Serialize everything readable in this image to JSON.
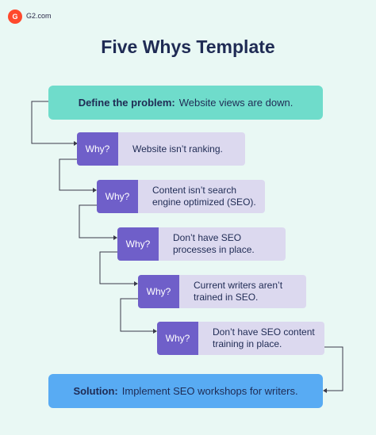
{
  "brand": {
    "logo_text": "G",
    "name": "G2.com"
  },
  "title": "Five Whys Template",
  "problem": {
    "label": "Define the problem:",
    "text": "Website views are down."
  },
  "whys": [
    {
      "tag": "Why?",
      "text": "Website isn’t ranking."
    },
    {
      "tag": "Why?",
      "text": "Content isn’t search engine optimized (SEO)."
    },
    {
      "tag": "Why?",
      "text": "Don’t have SEO processes in place."
    },
    {
      "tag": "Why?",
      "text": "Current writers aren’t trained in SEO."
    },
    {
      "tag": "Why?",
      "text": "Don’t have SEO content training in place."
    }
  ],
  "solution": {
    "label": "Solution:",
    "text": "Implement SEO workshops for writers."
  },
  "colors": {
    "background": "#e9f8f4",
    "problem": "#6fdccb",
    "solution": "#58abf3",
    "why_tag": "#6f5fc9",
    "why_text_bg": "#dcd9ef",
    "title": "#1f2b54",
    "logo": "#ff492c"
  }
}
